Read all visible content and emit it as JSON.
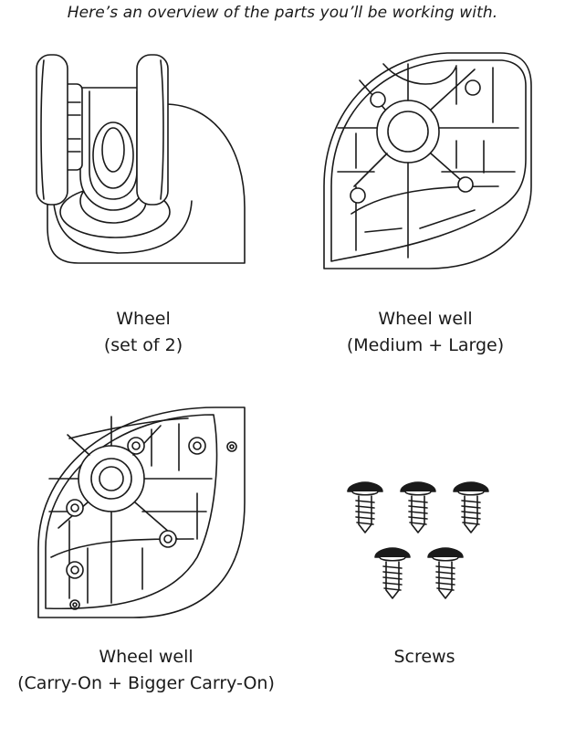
{
  "page": {
    "heading": "Here’s an overview of the parts you’ll be working with."
  },
  "parts": [
    {
      "id": "wheel",
      "icon": "caster-wheel-icon",
      "line1": "Wheel",
      "line2": "(set of 2)"
    },
    {
      "id": "well-medium-large",
      "icon": "wheel-well-medium-large-icon",
      "line1": "Wheel well",
      "line2": "(Medium + Large)"
    },
    {
      "id": "well-carry-on",
      "icon": "wheel-well-carry-on-icon",
      "line1": "Wheel well",
      "line2": "(Carry-On + Bigger Carry-On)"
    },
    {
      "id": "screws",
      "icon": "screws-icon",
      "line1": "Screws",
      "line2": ""
    }
  ],
  "colors": {
    "line": "#1a1a1a",
    "background": "#ffffff"
  }
}
